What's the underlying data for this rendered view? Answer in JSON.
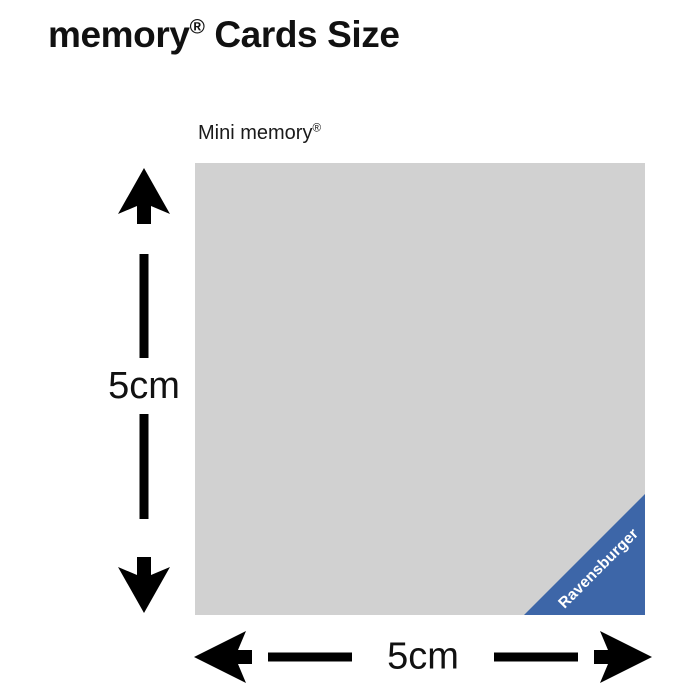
{
  "page": {
    "title_main": "memory",
    "title_sup": "®",
    "title_rest": " Cards Size",
    "background_color": "#ffffff"
  },
  "card": {
    "label_main": "Mini memory",
    "label_sup": "®",
    "face_color": "#d1d1d1",
    "brand_name": "Ravensburger",
    "brand_color": "#3d66a8",
    "brand_text_color": "#ffffff"
  },
  "dimensions": {
    "vertical": {
      "value": "5cm",
      "arrow_up_icon": "arrow-up-icon",
      "arrow_down_icon": "arrow-down-icon",
      "line_color": "#000000"
    },
    "horizontal": {
      "value": "5cm",
      "arrow_left_icon": "arrow-left-icon",
      "arrow_right_icon": "arrow-right-icon",
      "line_color": "#000000"
    }
  }
}
